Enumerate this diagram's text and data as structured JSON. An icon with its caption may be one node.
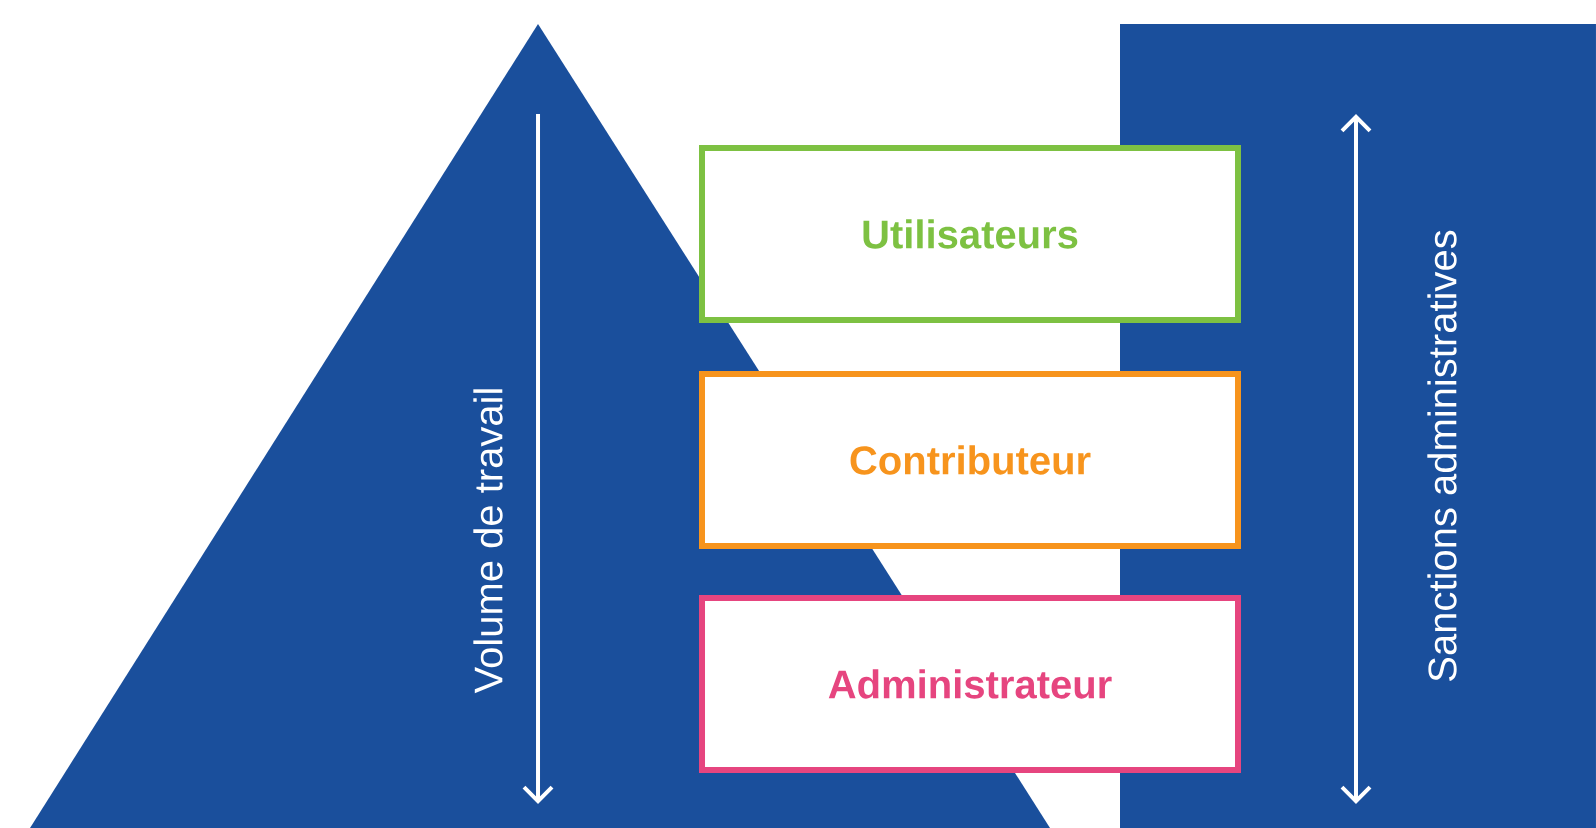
{
  "diagram": {
    "nodes": [
      {
        "text": [
          "Volume de travail"
        ]
      },
      {
        "text": [
          "Utilisateurs"
        ]
      },
      {
        "text": [
          "Contributeur"
        ]
      },
      {
        "text": [
          "Administrateur"
        ]
      },
      {
        "text": [
          "Sanctions administratives"
        ]
      }
    ]
  }
}
